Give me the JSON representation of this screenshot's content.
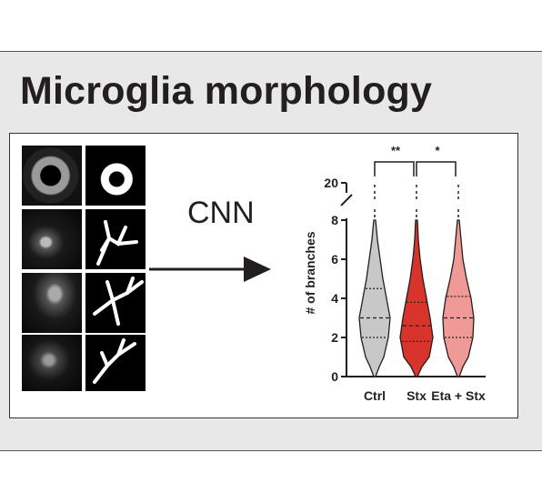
{
  "title": "Microglia morphology",
  "method_label": "CNN",
  "colors": {
    "panel": "#e8e8e8",
    "ctrl": "#c8c8c8",
    "stx": "#d9342b",
    "eta_stx": "#f09a97"
  },
  "chart_data": {
    "type": "violin",
    "ylabel": "# of branches",
    "categories": [
      "Ctrl",
      "Stx",
      "Eta + Stx"
    ],
    "y_ticks": [
      0,
      2,
      4,
      6,
      8,
      20
    ],
    "y_axis_break": [
      8,
      20
    ],
    "series": [
      {
        "category": "Ctrl",
        "median": 3.0,
        "q1": 2.0,
        "q3": 4.5,
        "min": 0,
        "max": 20
      },
      {
        "category": "Stx",
        "median": 2.6,
        "q1": 1.8,
        "q3": 3.8,
        "min": 0,
        "max": 20
      },
      {
        "category": "Eta + Stx",
        "median": 3.0,
        "q1": 2.0,
        "q3": 4.1,
        "min": 0,
        "max": 20
      }
    ],
    "significance": [
      {
        "from": "Ctrl",
        "to": "Stx",
        "label": "**"
      },
      {
        "from": "Stx",
        "to": "Eta + Stx",
        "label": "*"
      }
    ]
  }
}
